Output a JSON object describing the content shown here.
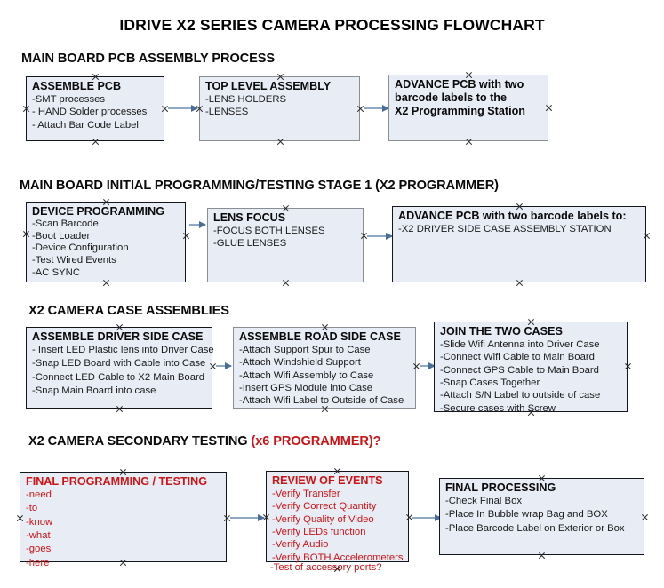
{
  "document": {
    "title": "IDRIVE X2  SERIES CAMERA PROCESSING FLOWCHART",
    "accent_color": "#cc1417",
    "box_fill": "#e7ecf5",
    "box_border": "#13161c",
    "arrow_color": "#8fa9c4"
  },
  "sections": [
    {
      "id": "main-board-pcb-assembly",
      "heading": "MAIN BOARD PCB ASSEMBLY PROCESS",
      "heading_accent": "",
      "boxes": [
        {
          "id": "assemble-pcb",
          "title": "ASSEMBLE PCB",
          "lines": [
            "-SMT processes",
            "- HAND Solder processes",
            "- Attach Bar Code Label"
          ]
        },
        {
          "id": "top-level-assembly",
          "title": "TOP LEVEL ASSEMBLY",
          "lines": [
            "-LENS HOLDERS",
            "-LENSES"
          ]
        },
        {
          "id": "advance-pcb-programming-station",
          "title": "ADVANCE PCB with two",
          "lines": [
            "barcode labels to the",
            " X2 Programming Station"
          ]
        }
      ]
    },
    {
      "id": "main-board-initial-programming",
      "heading": "MAIN BOARD INITIAL PROGRAMMING/TESTING STAGE 1 (X2 PROGRAMMER)",
      "heading_accent": "",
      "boxes": [
        {
          "id": "device-programming",
          "title": "DEVICE PROGRAMMING",
          "lines": [
            "-Scan Barcode",
            "-Boot Loader",
            "-Device Configuration",
            "-Test Wired Events",
            "-AC SYNC"
          ]
        },
        {
          "id": "lens-focus",
          "title": "LENS FOCUS",
          "lines": [
            "-FOCUS BOTH LENSES",
            "-GLUE LENSES"
          ]
        },
        {
          "id": "advance-pcb-driver-side-case",
          "title": "ADVANCE PCB with two barcode labels to:",
          "lines": [
            "-X2 DRIVER  SIDE  CASE  ASSEMBLY STATION"
          ]
        }
      ]
    },
    {
      "id": "x2-camera-case-assemblies",
      "heading": "X2 CAMERA CASE ASSEMBLIES",
      "heading_accent": "",
      "boxes": [
        {
          "id": "assemble-driver-side-case",
          "title": "ASSEMBLE DRIVER SIDE CASE",
          "lines": [
            "- Insert LED Plastic lens into Driver Case",
            "-Snap LED Board with Cable into Case",
            "-Connect LED Cable to X2 Main Board",
            "-Snap Main Board into case"
          ]
        },
        {
          "id": "assemble-road-side-case",
          "title": "ASSEMBLE ROAD SIDE CASE",
          "lines": [
            "-Attach Support Spur to Case",
            "-Attach Windshield Support",
            "-Attach Wifi Assembly to Case",
            "-Insert GPS Module into Case",
            "-Attach Wifi Label to Outside of Case"
          ]
        },
        {
          "id": "join-the-two-cases",
          "title": "JOIN THE TWO CASES",
          "lines": [
            "-Slide Wifi Antenna into Driver Case",
            "-Connect Wifi Cable to Main Board",
            "-Connect GPS Cable to Main Board",
            "-Snap Cases Together",
            "-Attach S/N Label to outside of case",
            "-Secure cases with Screw"
          ]
        }
      ]
    },
    {
      "id": "x2-camera-secondary-testing",
      "heading": "X2 CAMERA SECONDARY TESTING ",
      "heading_accent": "(x6 PROGRAMMER)?",
      "boxes": [
        {
          "id": "final-programming-testing",
          "title": "FINAL PROGRAMMING / TESTING",
          "lines": [
            "-need",
            "-to",
            "-know",
            "-what",
            "-goes",
            "-here"
          ]
        },
        {
          "id": "review-of-events",
          "title": "REVIEW OF EVENTS",
          "lines": [
            "-Verify Transfer",
            "-Verify Correct Quantity",
            "-Verify Quality of Video",
            "-Verify LEDs function",
            "-Verify Audio",
            "-Verify BOTH Accelerometers"
          ],
          "overflow_line": "-Test of accessory ports?"
        },
        {
          "id": "final-processing",
          "title": "FINAL PROCESSING",
          "lines": [
            " -Check Final Box",
            "-Place In Bubble wrap Bag and BOX",
            "-Place Barcode Label on Exterior or Box"
          ]
        }
      ]
    }
  ]
}
